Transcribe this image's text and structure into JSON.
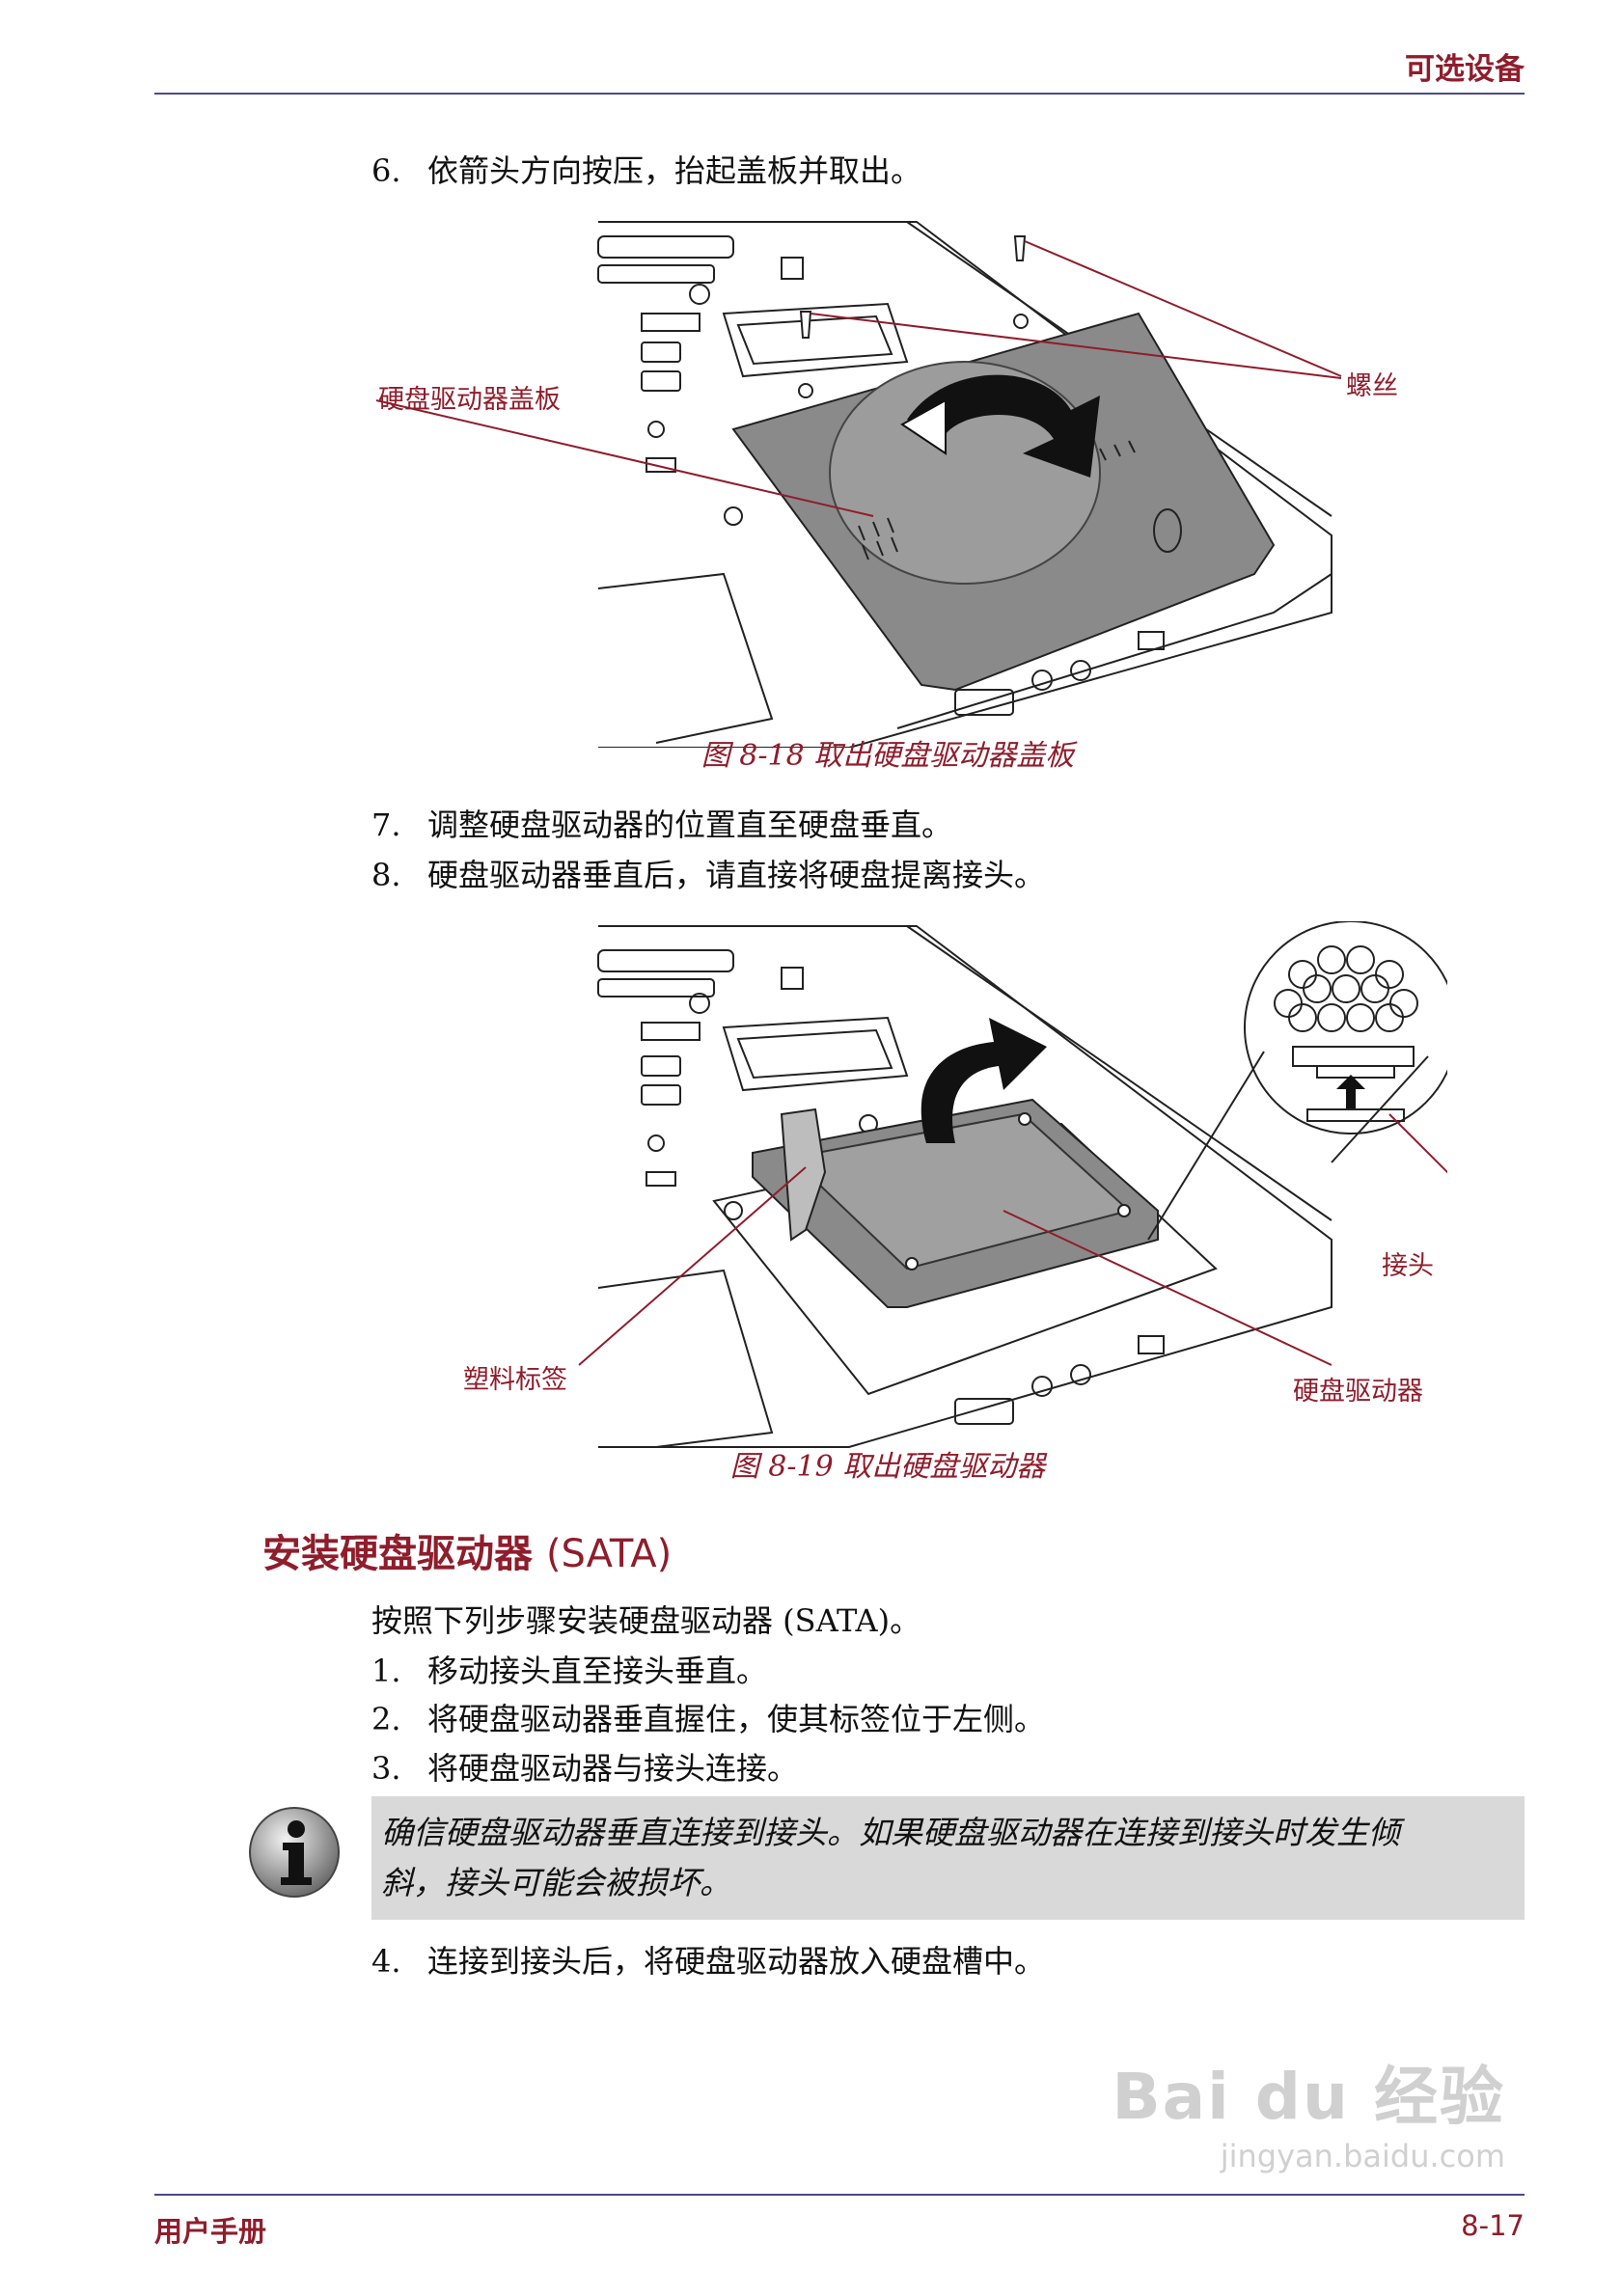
{
  "header": {
    "title": "可选设备"
  },
  "steps_a": [
    {
      "num": "6.",
      "text": "依箭头方向按压，抬起盖板并取出。"
    }
  ],
  "figure1": {
    "caption": "图 8-18 取出硬盘驱动器盖板",
    "callouts": {
      "cover": "硬盘驱动器盖板",
      "screws": "螺丝"
    }
  },
  "steps_b": [
    {
      "num": "7.",
      "text": "调整硬盘驱动器的位置直至硬盘垂直。"
    },
    {
      "num": "8.",
      "text": "硬盘驱动器垂直后，请直接将硬盘提离接头。"
    }
  ],
  "figure2": {
    "caption": "图 8-19 取出硬盘驱动器",
    "callouts": {
      "connector": "接头",
      "tab": "塑料标签",
      "drive": "硬盘驱动器"
    }
  },
  "section": {
    "title_cn": "安装硬盘驱动器",
    "title_en": "(SATA)"
  },
  "intro": "按照下列步骤安装硬盘驱动器 (SATA)。",
  "steps_c": [
    {
      "num": "1.",
      "text": "移动接头直至接头垂直。"
    },
    {
      "num": "2.",
      "text": "将硬盘驱动器垂直握住，使其标签位于左侧。"
    },
    {
      "num": "3.",
      "text": "将硬盘驱动器与接头连接。"
    }
  ],
  "note": {
    "line1": "确信硬盘驱动器垂直连接到接头。如果硬盘驱动器在连接到接头时发生倾",
    "line2": "斜，接头可能会被损坏。"
  },
  "steps_d": [
    {
      "num": "4.",
      "text": "连接到接头后，将硬盘驱动器放入硬盘槽中。"
    }
  ],
  "footer": {
    "left": "用户手册",
    "right": "8-17"
  },
  "watermark": {
    "brand": "Bai du 经验",
    "url": "jingyan.baidu.com"
  }
}
